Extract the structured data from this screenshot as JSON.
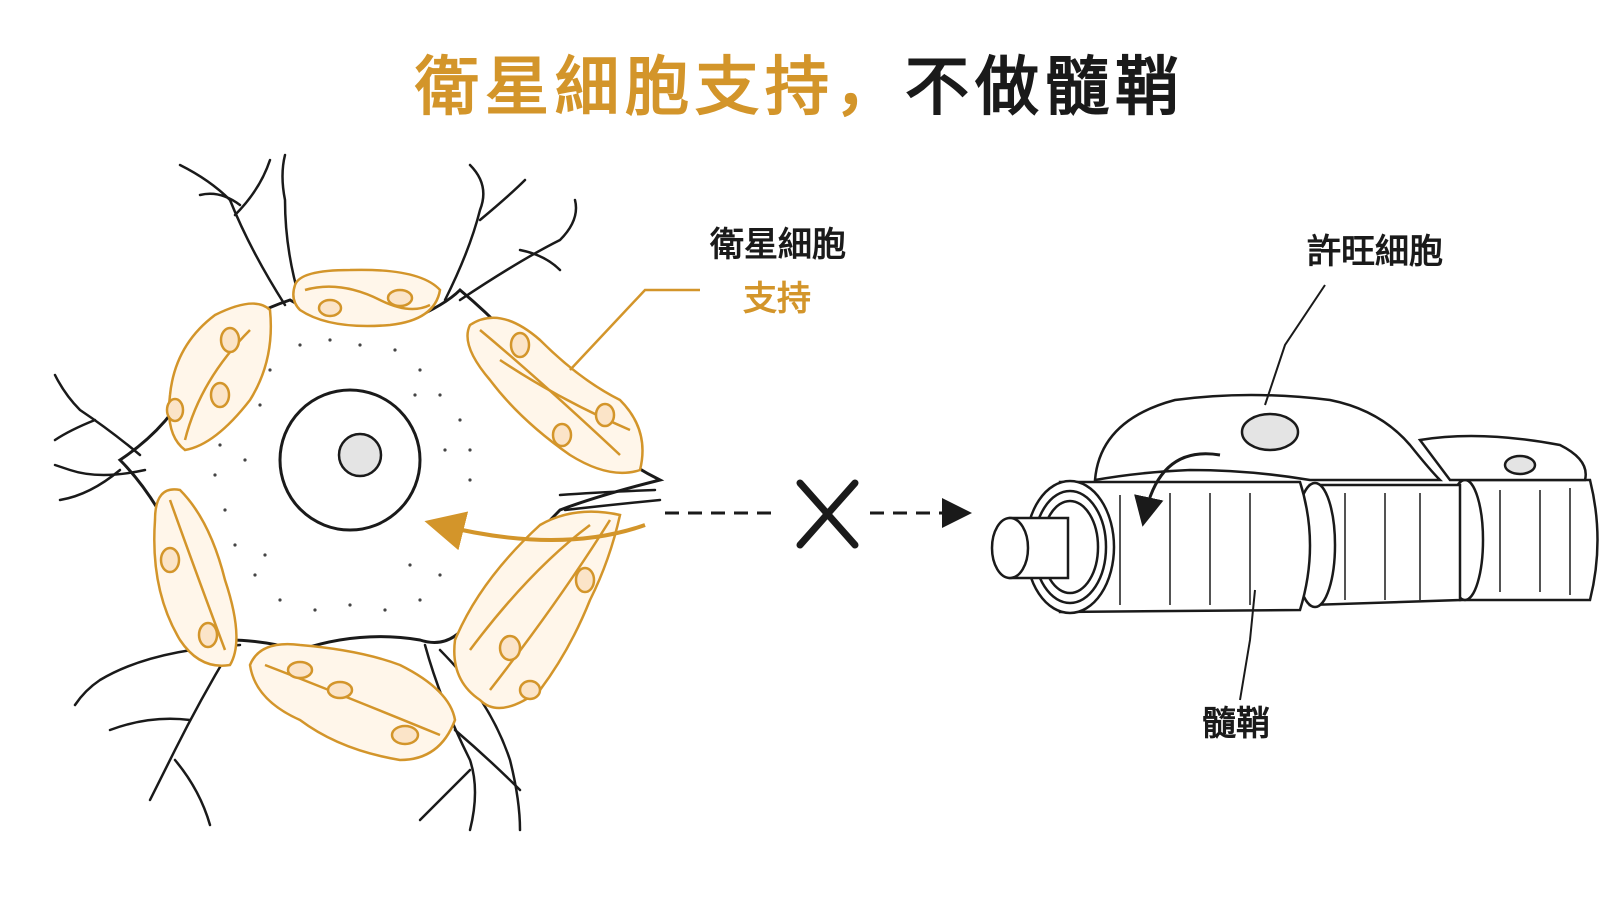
{
  "title": {
    "accent_text": "衛星細胞支持，",
    "dark_text": "不做髓鞘"
  },
  "labels": {
    "satellite_cell": "衛星細胞",
    "support": "支持",
    "schwann_cell": "許旺細胞",
    "myelin": "髓鞘"
  },
  "icons": {
    "cross": "x-mark-icon"
  },
  "colors": {
    "accent": "#d3952a",
    "accent_fill": "#fbe4c8",
    "ink": "#1a1a1a",
    "nucleolus": "#e4e4e4"
  }
}
